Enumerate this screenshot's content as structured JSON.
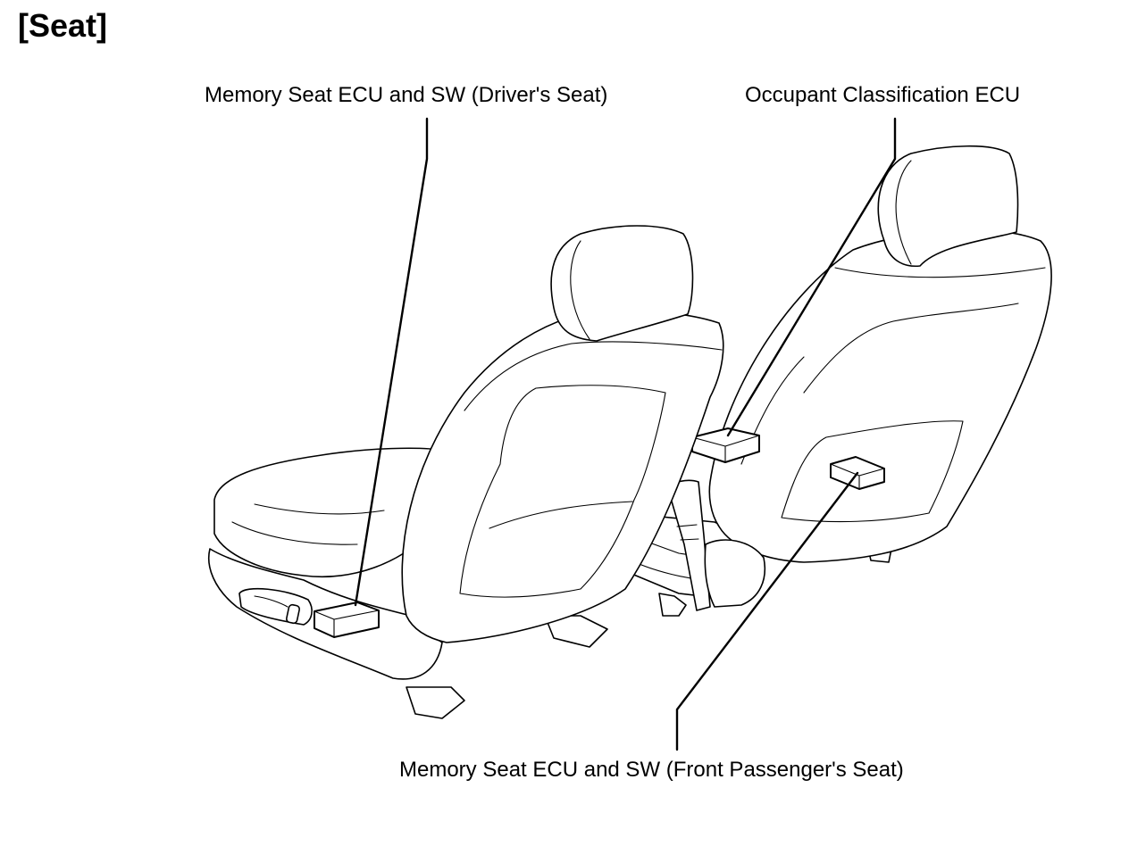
{
  "title": "[Seat]",
  "callouts": {
    "driver_memory_seat": "Memory Seat ECU and SW (Driver's Seat)",
    "occupant_classification": "Occupant Classification ECU",
    "passenger_memory_seat": "Memory Seat ECU and SW (Front Passenger's Seat)"
  }
}
